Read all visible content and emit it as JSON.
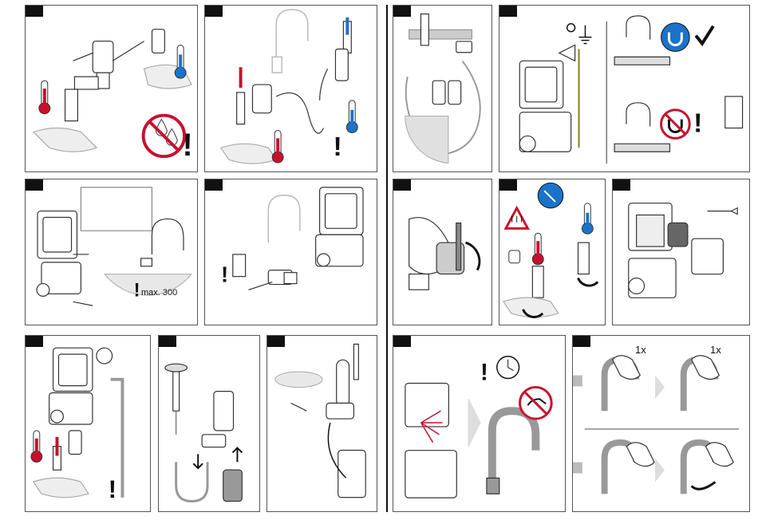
{
  "labels": {
    "max_height": "max. 300",
    "press_count_1": "1x",
    "press_count_2": "1x"
  },
  "icons": {
    "warning": "exclamation-icon",
    "no_drip": "no-drip-icon",
    "hot_thermometer": "thermometer-hot-icon",
    "cold_thermometer": "thermometer-cold-icon",
    "magnet": "magnet-icon",
    "no_magnet": "no-magnet-icon",
    "check": "checkmark-icon",
    "ground": "ground-symbol-icon",
    "clock": "clock-icon",
    "no_touch": "no-touch-icon",
    "thumbs_up": "thumbs-up-icon",
    "hot_surface": "hot-surface-warning-icon",
    "shower": "spray-icon"
  },
  "colors": {
    "hot": "#c8102e",
    "cold": "#1a73c9",
    "warning": "#c8102e",
    "step_tag": "#111111",
    "line": "#333333"
  }
}
